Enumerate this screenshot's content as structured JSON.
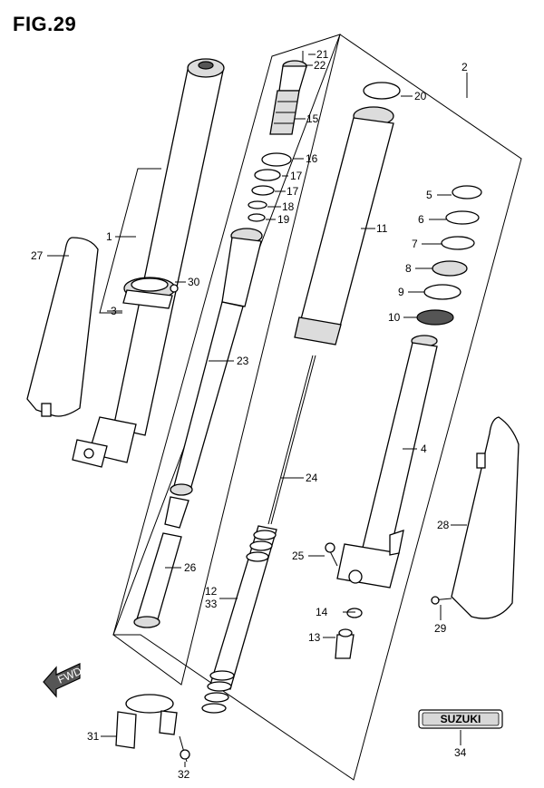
{
  "figure": {
    "title": "FIG.29"
  },
  "labels": {
    "l1": "1",
    "l2": "2",
    "l3": "3",
    "l4": "4",
    "l5": "5",
    "l6": "6",
    "l7": "7",
    "l8": "8",
    "l9": "9",
    "l10": "10",
    "l11": "11",
    "l12": "12",
    "l13": "13",
    "l14": "14",
    "l15": "15",
    "l16": "16",
    "l17a": "17",
    "l17b": "17",
    "l18": "18",
    "l19": "19",
    "l20": "20",
    "l21": "21",
    "l22": "22",
    "l23": "23",
    "l24": "24",
    "l25": "25",
    "l26": "26",
    "l27": "27",
    "l28": "28",
    "l29": "29",
    "l30": "30",
    "l31": "31",
    "l32": "32",
    "l33": "33",
    "l34": "34"
  },
  "fwd_arrow": {
    "text": "FWD"
  },
  "emblem": {
    "text": "SUZUKI"
  }
}
